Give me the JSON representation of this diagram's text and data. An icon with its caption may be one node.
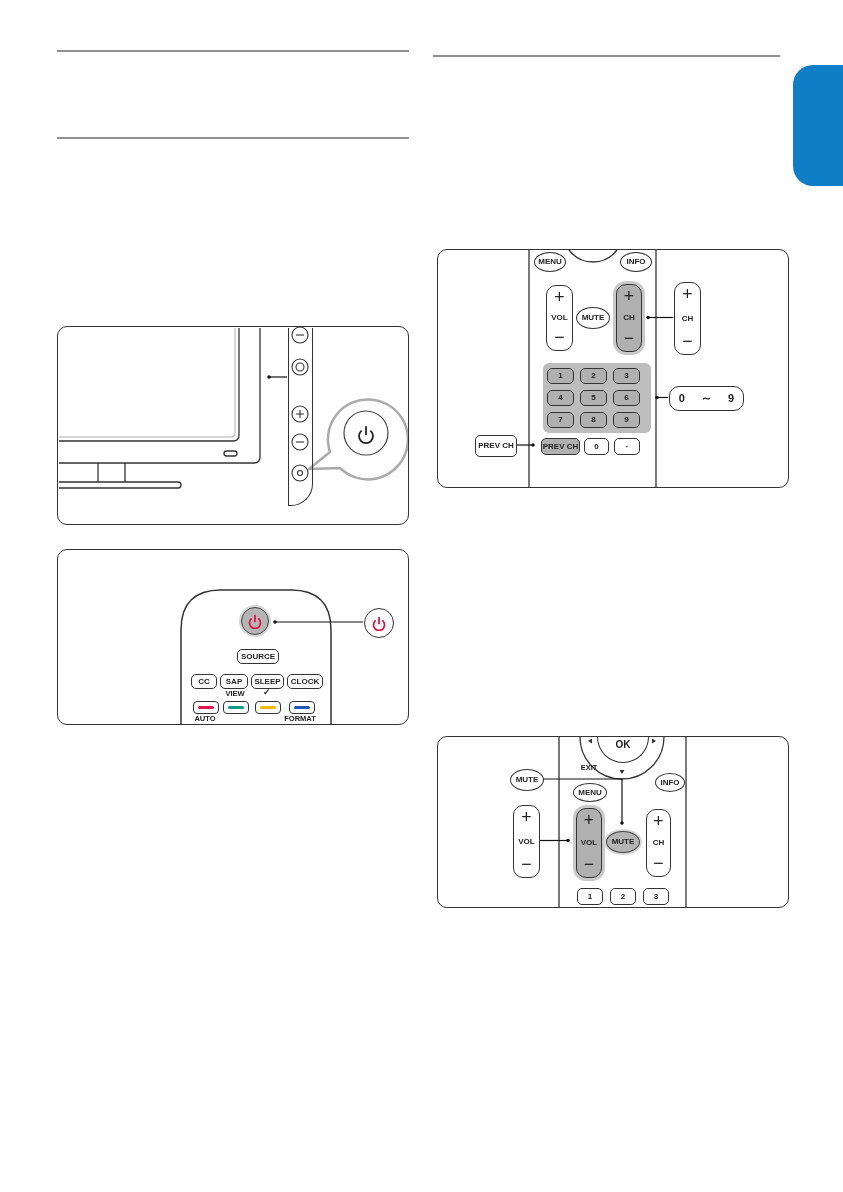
{
  "diagram": {
    "nodes": [
      {
        "text": [],
        "shape": "box"
      },
      {
        "text": [],
        "shape": "bar",
        "in": 0
      },
      {
        "text": [],
        "shape": "box"
      },
      {
        "text": [],
        "shape": "circle",
        "in": 2
      },
      {
        "text": [],
        "shape": "circle",
        "in": 2
      },
      {
        "text": [
          "SOURCE"
        ],
        "in": 2
      },
      {
        "text": [
          "CC"
        ],
        "in": 2
      },
      {
        "text": [
          "SAP"
        ],
        "in": 2
      },
      {
        "text": [
          "SLEEP"
        ],
        "in": 2
      },
      {
        "text": [
          "CLOCK"
        ],
        "in": 2
      },
      {
        "text": [],
        "shape": "box",
        "in": 2
      },
      {
        "text": [],
        "shape": "box",
        "in": 2
      },
      {
        "text": [],
        "shape": "box",
        "in": 2
      },
      {
        "text": [],
        "shape": "box",
        "in": 2
      },
      {
        "text": [],
        "shape": "box"
      },
      {
        "text": [
          "MENU"
        ],
        "in": 14
      },
      {
        "text": [
          "INFO"
        ],
        "in": 14
      },
      {
        "text": [
          "+",
          "VOL",
          "−"
        ],
        "in": 14
      },
      {
        "text": [
          "MUTE"
        ],
        "in": 14
      },
      {
        "text": [
          "+",
          "CH",
          "−"
        ],
        "in": 14
      },
      {
        "text": [
          "+",
          "CH",
          "−"
        ],
        "in": 14
      },
      {
        "text": [],
        "shape": "box",
        "in": 14
      },
      {
        "text": [
          "1"
        ],
        "in": 21
      },
      {
        "text": [
          "2"
        ],
        "in": 21
      },
      {
        "text": [
          "3"
        ],
        "in": 21
      },
      {
        "text": [
          "4"
        ],
        "in": 21
      },
      {
        "text": [
          "5"
        ],
        "in": 21
      },
      {
        "text": [
          "6"
        ],
        "in": 21
      },
      {
        "text": [
          "7"
        ],
        "in": 21
      },
      {
        "text": [
          "8"
        ],
        "in": 21
      },
      {
        "text": [
          "9"
        ],
        "in": 21
      },
      {
        "text": [
          "PREV CH"
        ],
        "in": 14
      },
      {
        "text": [
          "0"
        ],
        "in": 14
      },
      {
        "text": [
          "·"
        ],
        "in": 14
      },
      {
        "text": [
          "0 ∼ 9"
        ],
        "in": 14
      },
      {
        "text": [
          "PREV CH"
        ],
        "in": 14
      },
      {
        "text": [],
        "shape": "box"
      },
      {
        "text": [
          "OK"
        ],
        "in": 36
      },
      {
        "text": [
          "MENU"
        ],
        "in": 36
      },
      {
        "text": [
          "INFO"
        ],
        "in": 36
      },
      {
        "text": [
          "MUTE"
        ],
        "in": 36
      },
      {
        "text": [
          "+",
          "VOL",
          "−"
        ],
        "in": 36
      },
      {
        "text": [
          "+",
          "VOL",
          "−"
        ],
        "in": 36
      },
      {
        "text": [
          "MUTE"
        ],
        "in": 36
      },
      {
        "text": [
          "+",
          "CH",
          "−"
        ],
        "in": 36
      },
      {
        "text": [
          "1"
        ],
        "in": 36
      },
      {
        "text": [
          "2"
        ],
        "in": 36
      },
      {
        "text": [
          "3"
        ],
        "in": 36
      },
      {
        "text": [],
        "shape": "picture",
        "in": 0
      },
      {
        "text": [],
        "shape": "box"
      }
    ],
    "edges": [
      {
        "from": 48,
        "to": 1,
        "arrow": "other"
      },
      {
        "from": 3,
        "to": 4,
        "arrow": "other"
      },
      {
        "from": 19,
        "to": 20,
        "arrow": "other"
      },
      {
        "from": 21,
        "to": 34,
        "arrow": "other"
      },
      {
        "from": 31,
        "to": 35,
        "arrow": "other"
      },
      {
        "from": 43,
        "to": 40,
        "arrow": "other"
      },
      {
        "from": 42,
        "to": 41,
        "arrow": "other"
      }
    ],
    "labels": [
      "VIEW",
      "✓",
      "AUTO",
      "FORMAT",
      "EXIT"
    ]
  }
}
